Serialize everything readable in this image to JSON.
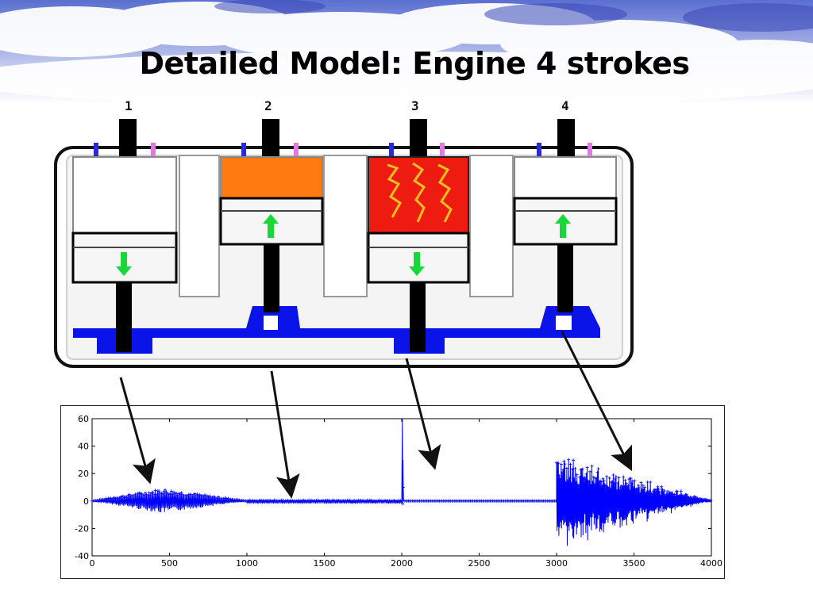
{
  "slide": {
    "title": "Detailed Model: Engine 4 strokes"
  },
  "engine": {
    "cylinders": [
      {
        "number": "1",
        "state": "white"
      },
      {
        "number": "2",
        "state": "orange"
      },
      {
        "number": "3",
        "state": "fire"
      },
      {
        "number": "4",
        "state": "white"
      }
    ],
    "colors": {
      "crankshaft": "#0a14e8",
      "rod": "#000000",
      "orange": "#ff7a10",
      "fire": "#ee1c10",
      "spark": "#f4c020",
      "piston_arrow": "#18d838"
    }
  },
  "chart_data": {
    "type": "line",
    "xlim": [
      0,
      4000
    ],
    "ylim": [
      -40,
      60
    ],
    "xticks": [
      0,
      500,
      1000,
      1500,
      2000,
      2500,
      3000,
      3500,
      4000
    ],
    "yticks": [
      -40,
      -20,
      0,
      20,
      40,
      60
    ],
    "xlabel": "",
    "ylabel": "",
    "title": "",
    "grid": false,
    "series": [
      {
        "color": "#0000ff",
        "marker": "+",
        "segments": [
          {
            "x_start": 0,
            "x_end": 1000,
            "shape": "envelope-oscillation",
            "amplitude_peak": 9,
            "peak_x": 450
          },
          {
            "x_start": 1000,
            "x_end": 2000,
            "shape": "noise",
            "amplitude_peak": 1
          },
          {
            "x_start": 2000,
            "x_end": 2020,
            "shape": "spike",
            "amplitude_peak": 60
          },
          {
            "x_start": 2020,
            "x_end": 3000,
            "shape": "flat",
            "amplitude_peak": 0
          },
          {
            "x_start": 3000,
            "x_end": 4000,
            "shape": "decaying-oscillation",
            "amplitude_peak": 38
          }
        ]
      }
    ]
  }
}
